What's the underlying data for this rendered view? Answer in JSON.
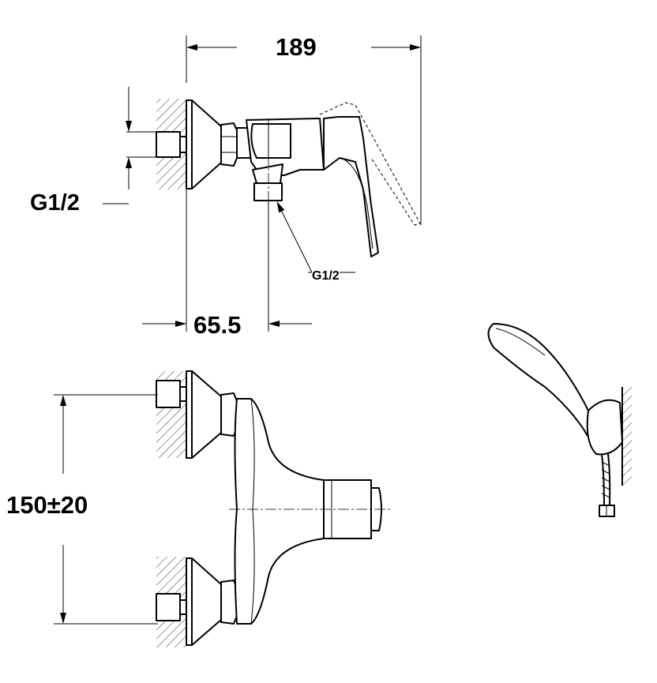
{
  "dimensions": {
    "overall_length": "189",
    "inlet_thread": "G1/2",
    "outlet_thread": "G1/2",
    "outlet_offset": "65.5",
    "inlet_spacing": "150±20"
  }
}
